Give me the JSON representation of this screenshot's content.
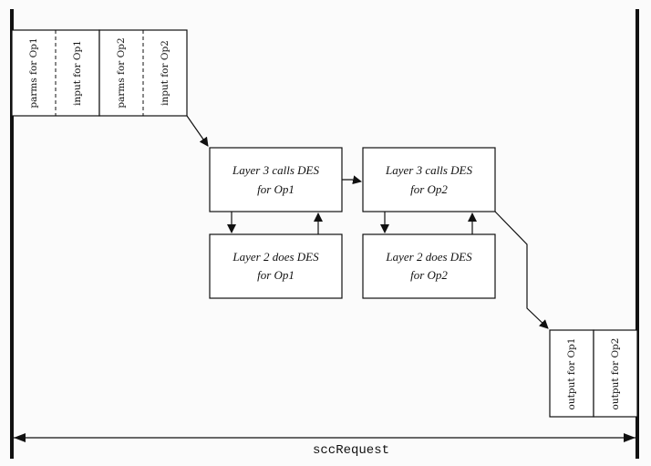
{
  "input_group": {
    "cells": [
      "parms for Op1",
      "input for Op1",
      "parms for Op2",
      "input for Op2"
    ]
  },
  "layer3_op1": {
    "line1": "Layer 3 calls DES",
    "line2": "for Op1"
  },
  "layer3_op2": {
    "line1": "Layer 3 calls DES",
    "line2": "for Op2"
  },
  "layer2_op1": {
    "line1": "Layer 2 does DES",
    "line2": "for Op1"
  },
  "layer2_op2": {
    "line1": "Layer 2 does DES",
    "line2": "for Op2"
  },
  "output_group": {
    "cells": [
      "output for Op1",
      "output for Op2"
    ]
  },
  "span_label": "sccRequest"
}
